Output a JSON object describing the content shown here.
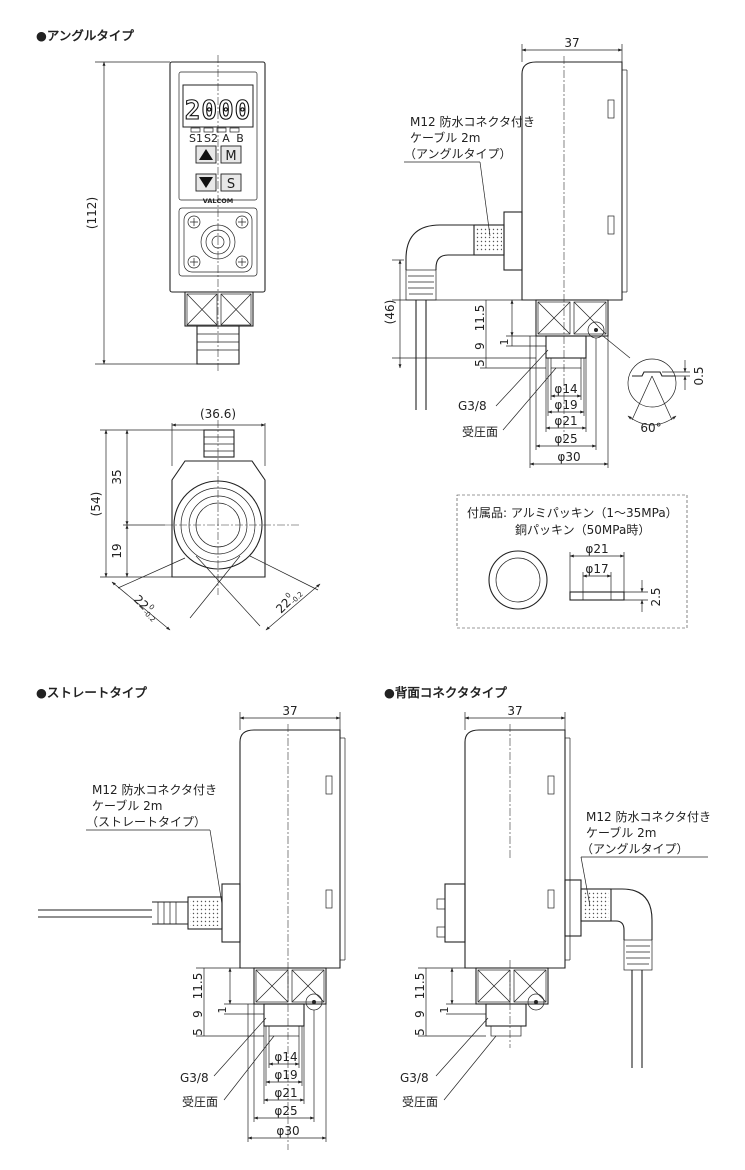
{
  "sections": {
    "angle_title": "●アングルタイプ",
    "straight_title": "●ストレートタイプ",
    "rear_title": "●背面コネクタタイプ"
  },
  "front_view": {
    "display": "2000",
    "leds": [
      "S1",
      "S2",
      "A",
      "B"
    ],
    "btn_m": "M",
    "btn_s": "S",
    "brand": "VALCOM",
    "height_dim": "(112)"
  },
  "bottom_view": {
    "width_dim": "(36.6)",
    "dim_35": "35",
    "dim_19": "19",
    "total_dim": "(54)",
    "angle_left": "22",
    "angle_right": "22",
    "tol_upper": "0",
    "tol_lower": "-0.2"
  },
  "side_common": {
    "width": "37",
    "cable_l1": "M12 防水コネクタ付き",
    "cable_l2": "ケーブル 2m",
    "dim_46": "(46)",
    "d115": "11.5",
    "d9": "9",
    "d1": "1",
    "d5": "5",
    "thread": "G3/8",
    "surface": "受圧面",
    "d14": "φ14",
    "d19": "φ19",
    "d21": "φ21",
    "d25": "φ25",
    "d30": "φ30"
  },
  "angle_side": {
    "cable_l3": "（アングルタイプ）"
  },
  "straight_side": {
    "cable_l3": "（ストレートタイプ）"
  },
  "rear_side": {
    "cable_l3": "（アングルタイプ）"
  },
  "detail": {
    "dim_05": "0.5",
    "angle": "60°"
  },
  "accessory": {
    "line1": "付属品: アルミパッキン（1～35MPa）",
    "line2": "銅パッキン（50MPa時）",
    "d21": "φ21",
    "d17": "φ17",
    "thick": "2.5"
  },
  "colors": {
    "line": "#222222",
    "display": "#111111",
    "button": "#e8e8e8"
  }
}
